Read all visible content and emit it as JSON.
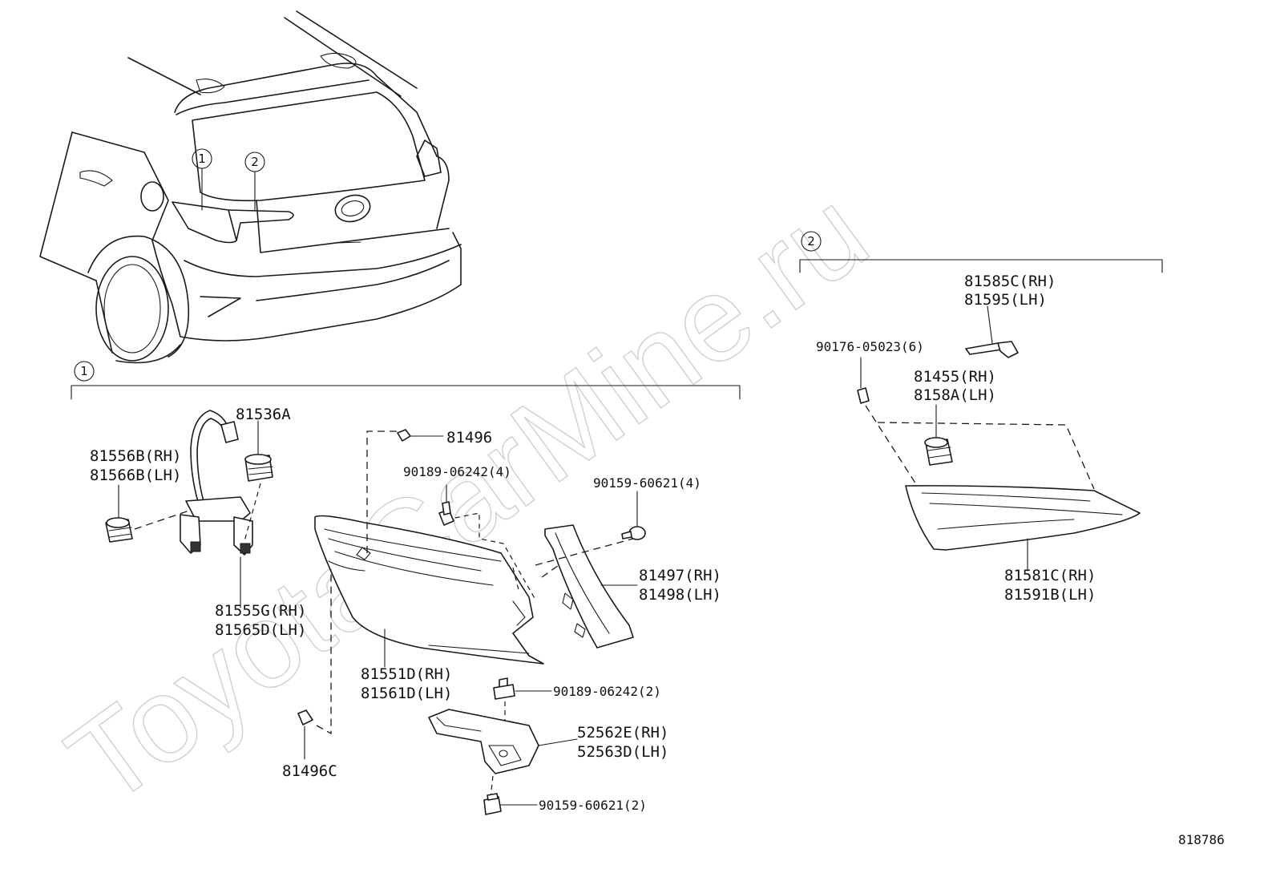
{
  "watermark": "ToyotaCarMine.ru",
  "diagram_id": "818786",
  "callouts": {
    "group1": "1",
    "group2": "2"
  },
  "parts": {
    "p81536a": "81536A",
    "p81556b": [
      "81556B(RH)",
      "81566B(LH)"
    ],
    "p81555g": [
      "81555G(RH)",
      "81565D(LH)"
    ],
    "p81496": "81496",
    "p90189_4": "90189-06242(4)",
    "p90159_4": "90159-60621(4)",
    "p81497": [
      "81497(RH)",
      "81498(LH)"
    ],
    "p81551d": [
      "81551D(RH)",
      "81561D(LH)"
    ],
    "p90189_2": "90189-06242(2)",
    "p52562e": [
      "52562E(RH)",
      "52563D(LH)"
    ],
    "p81496c": "81496C",
    "p90159_2": "90159-60621(2)",
    "p81585c": [
      "81585C(RH)",
      "81595(LH)"
    ],
    "p90176": "90176-05023(6)",
    "p81455": [
      "81455(RH)",
      "8158A(LH)"
    ],
    "p81581c": [
      "81581C(RH)",
      "81591B(LH)"
    ]
  }
}
